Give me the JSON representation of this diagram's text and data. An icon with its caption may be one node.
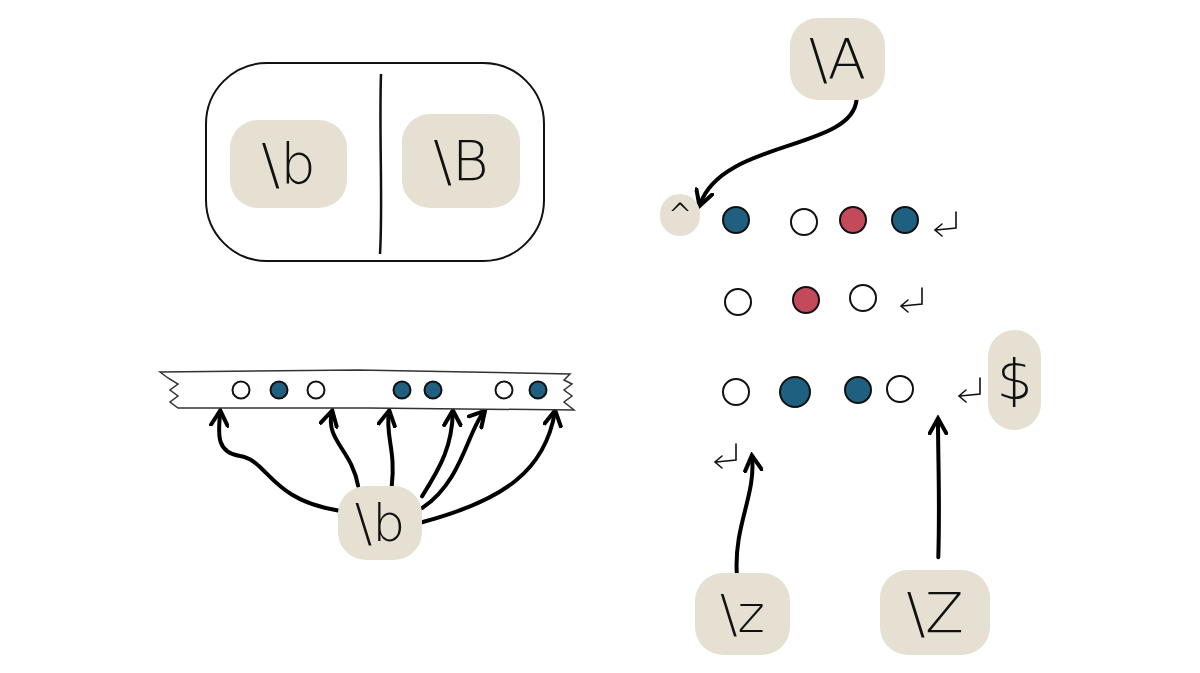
{
  "diagram": {
    "nodes": [
      {
        "text": [],
        "shape": "box"
      },
      {
        "text": [
          "\\b"
        ],
        "in": 0
      },
      {
        "text": [
          "\\B"
        ],
        "in": 0
      },
      {
        "text": [
          "\\A"
        ]
      },
      {
        "text": [
          "^"
        ]
      },
      {
        "text": [
          "$"
        ]
      },
      {
        "text": [],
        "shape": "bar"
      },
      {
        "text": [
          "\\b"
        ]
      },
      {
        "text": [
          "\\z"
        ]
      },
      {
        "text": [
          "\\Z"
        ]
      }
    ],
    "edges": [
      {
        "from": 3,
        "to": 4,
        "arrow": "to"
      },
      {
        "from": 7,
        "to": 6,
        "arrow": "to"
      },
      {
        "from": 7,
        "to": 6,
        "arrow": "to"
      },
      {
        "from": 7,
        "to": 6,
        "arrow": "to"
      },
      {
        "from": 7,
        "to": 6,
        "arrow": "to"
      },
      {
        "from": 7,
        "to": 6,
        "arrow": "to"
      },
      {
        "from": 7,
        "to": 6,
        "arrow": "to"
      },
      {
        "from": 8,
        "to": null,
        "arrow": "to"
      },
      {
        "from": 9,
        "to": null,
        "arrow": "to"
      }
    ]
  }
}
